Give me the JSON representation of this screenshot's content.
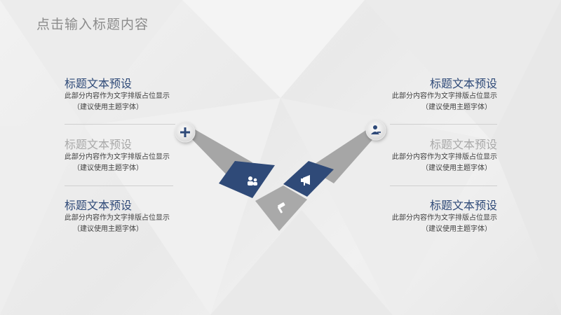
{
  "slide": {
    "title": "点击输入标题内容"
  },
  "left_items": [
    {
      "title": "标题文本预设",
      "desc_line1": "此部分内容作为文字排版占位显示",
      "desc_line2": "（建议使用主题字体）"
    },
    {
      "title": "标题文本预设",
      "desc_line1": "此部分内容作为文字排版占位显示",
      "desc_line2": "（建议使用主题字体）"
    },
    {
      "title": "标题文本预设",
      "desc_line1": "此部分内容作为文字排版占位显示",
      "desc_line2": "（建议使用主题字体）"
    }
  ],
  "right_items": [
    {
      "title": "标题文本预设",
      "desc_line1": "此部分内容作为文字排版占位显示",
      "desc_line2": "（建议使用主题字体）"
    },
    {
      "title": "标题文本预设",
      "desc_line1": "此部分内容作为文字排版占位显示",
      "desc_line2": "（建议使用主题字体）"
    },
    {
      "title": "标题文本预设",
      "desc_line1": "此部分内容作为文字排版占位显示",
      "desc_line2": "（建议使用主题字体）"
    }
  ],
  "diagram": {
    "icons": {
      "left_circle": "plus-icon",
      "right_circle": "person-icon",
      "left_panel": "people-icon",
      "right_panel": "megaphone-icon",
      "bottom_panel": "hammer-icon"
    }
  },
  "colors": {
    "accent_blue": "#2f4a78",
    "muted_text": "#a9a9a9",
    "panel_gray": "#a6a6a6",
    "title_gray": "#8c8c8c"
  }
}
